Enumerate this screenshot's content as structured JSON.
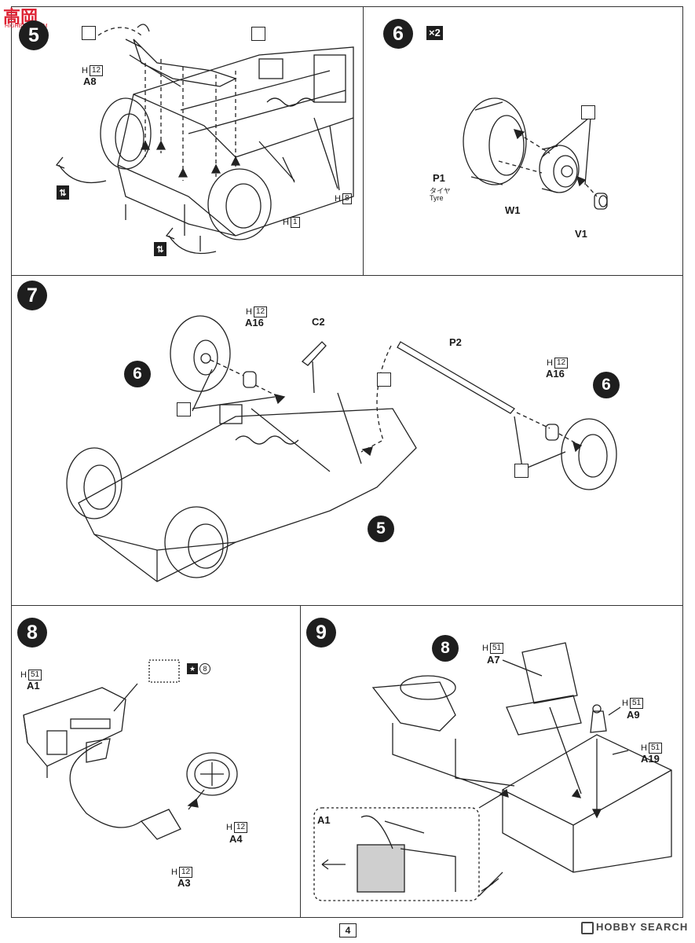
{
  "watermark": {
    "brand": "高",
    "brand_rest": "岡",
    "sub": "HIGHBASE.COM"
  },
  "steps": {
    "s5": "5",
    "s6": "6",
    "s7": "7",
    "s8": "8",
    "s9": "9"
  },
  "multiplier": "×2",
  "refs": {
    "six_a": "6",
    "six_b": "6",
    "five": "5",
    "eight": "8"
  },
  "step5": {
    "a8_h": "H",
    "a8_h_num": "12",
    "a8": "A8",
    "h8_h": "H",
    "h8_num": "8",
    "h1_h": "H",
    "h1_num": "1"
  },
  "step6": {
    "p1": "P1",
    "tyre_jp": "タイヤ",
    "tyre_en": "Tyre",
    "w1": "W1",
    "v1": "V1"
  },
  "step7": {
    "a16a_h": "H",
    "a16a_num": "12",
    "a16a": "A16",
    "c2": "C2",
    "p2": "P2",
    "a16b_h": "H",
    "a16b_num": "12",
    "a16b": "A16"
  },
  "step8": {
    "a1_h": "H",
    "a1_num": "51",
    "a1": "A1",
    "decal_num": "8",
    "a4_h": "H",
    "a4_num": "12",
    "a4": "A4",
    "a3_h": "H",
    "a3_num": "12",
    "a3": "A3"
  },
  "step9": {
    "a7_h": "H",
    "a7_num": "51",
    "a7": "A7",
    "a9_h": "H",
    "a9_num": "51",
    "a9": "A9",
    "a19_h": "H",
    "a19_num": "51",
    "a19": "A19",
    "inset_a1": "A1"
  },
  "footer": {
    "page_number": "4",
    "logo": "HOBBY SEARCH"
  }
}
